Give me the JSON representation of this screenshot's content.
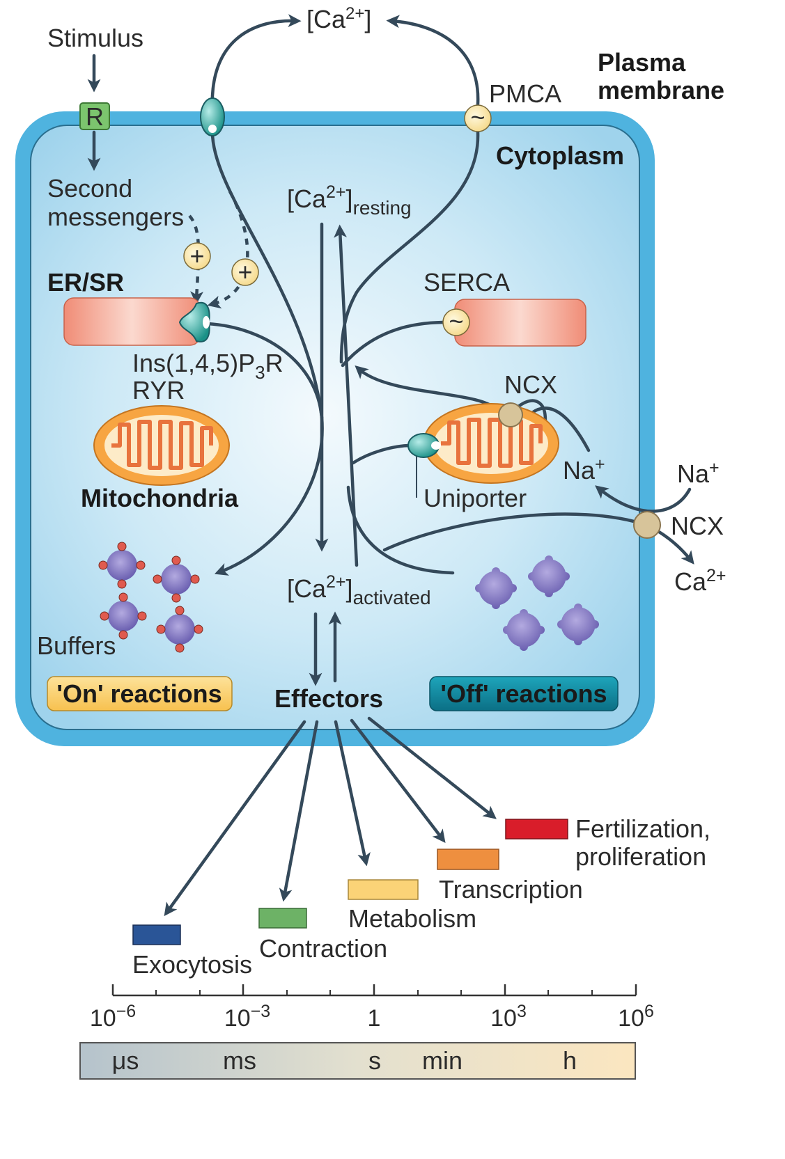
{
  "title": {
    "prefix": "[Ca",
    "sup": "2+",
    "suffix": "]"
  },
  "plasma_membrane": [
    "Plasma",
    "membrane"
  ],
  "stimulus": "Stimulus",
  "receptor": "R",
  "pmca": "PMCA",
  "cytoplasm": "Cytoplasm",
  "second_messengers": [
    "Second",
    "messengers"
  ],
  "plus_symbol": "+",
  "tilde_symbol": "~",
  "er_sr": "ER/SR",
  "serca": "SERCA",
  "ca_resting": {
    "prefix": "[Ca",
    "sup": "2+",
    "suffix": "]",
    "sub": "resting"
  },
  "ins_receptor": {
    "line1_a": "Ins(1,4,5)P",
    "line1_sub": "3",
    "line1_b": "R",
    "line2": "RYR"
  },
  "ncx_upper": "NCX",
  "na_inner": {
    "base": "Na",
    "sup": "+"
  },
  "na_outer": {
    "base": "Na",
    "sup": "+"
  },
  "ncx_lower": "NCX",
  "ca_outer": {
    "base": "Ca",
    "sup": "2+"
  },
  "mitochondria": "Mitochondria",
  "uniporter": "Uniporter",
  "ca_activated": {
    "prefix": "[Ca",
    "sup": "2+",
    "suffix": "]",
    "sub": "activated"
  },
  "buffers": "Buffers",
  "on_reactions": "'On' reactions",
  "effectors": "Effectors",
  "off_reactions": "'Off' reactions",
  "processes": [
    {
      "name": "Exocytosis",
      "color": "#2a5597"
    },
    {
      "name": "Contraction",
      "color": "#6db266"
    },
    {
      "name": "Metabolism",
      "color": "#fbd377"
    },
    {
      "name": "Transcription",
      "color": "#ee8f3f"
    },
    {
      "name": "Fertilization, proliferation",
      "line1": "Fertilization,",
      "line2": "proliferation",
      "color": "#d91d2a"
    }
  ],
  "timescale": {
    "ticks": [
      {
        "base": "10",
        "sup": "−6"
      },
      {
        "base": "10",
        "sup": "−3"
      },
      {
        "base": "1",
        "sup": ""
      },
      {
        "base": "10",
        "sup": "3"
      },
      {
        "base": "10",
        "sup": "6"
      }
    ],
    "units": [
      "μs",
      "ms",
      "s",
      "min",
      "h"
    ]
  },
  "colors": {
    "membrane": "#4db4e0",
    "cytoplasm_center": "#f2f9fd",
    "cytoplasm_edge": "#a8d8ee",
    "er": "#f08f78",
    "mito_outer": "#f7a542",
    "buffer": "#7a6fbe",
    "buffer_dot": "#e05b4f",
    "arrow": "#34495a",
    "on_box": "#fbd06a",
    "off_box": "#12889e"
  }
}
